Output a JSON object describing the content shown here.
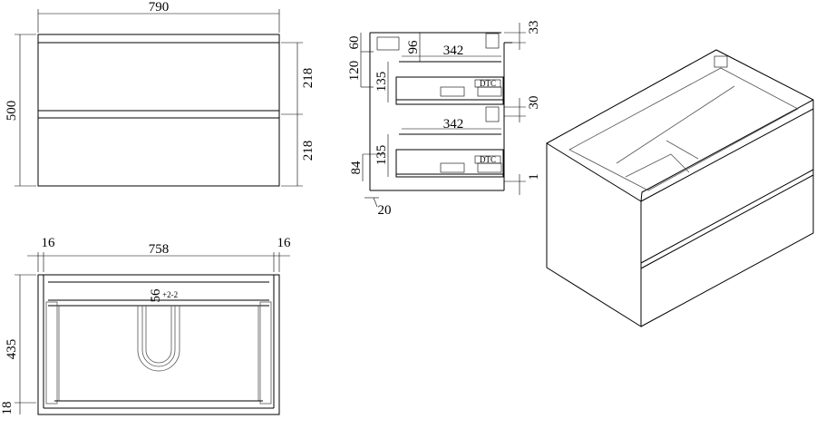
{
  "front_view": {
    "width": "790",
    "height": "500",
    "drawer_top": "218",
    "drawer_bottom": "218"
  },
  "top_view": {
    "left_side": "16",
    "inner_width": "758",
    "right_side": "16",
    "depth": "435",
    "base": "18",
    "cutout": "56",
    "cutout_tolerance": "+2-2"
  },
  "side_view": {
    "top_gap": "60",
    "upper": "120",
    "rail_offset": "96",
    "slide_top": "342",
    "slide_bottom": "342",
    "drawer_h_top": "135",
    "drawer_h_bottom": "135",
    "bottom_offset": "84",
    "back_gap": "20",
    "top_clear": "33",
    "mid_gap": "30",
    "bottom_gap": "1",
    "brand_top": "DTC",
    "brand_bottom": "DTC"
  }
}
